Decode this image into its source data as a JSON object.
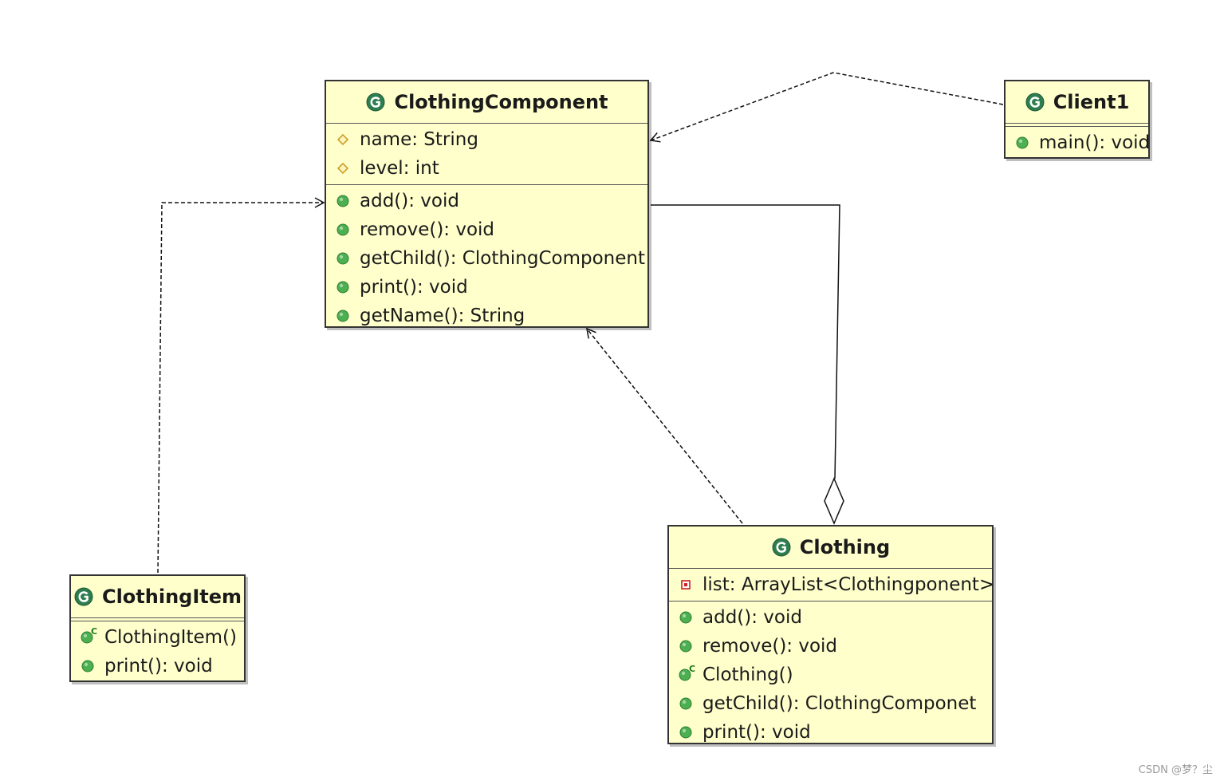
{
  "classes": {
    "clothing_component": {
      "name": "ClothingComponent",
      "fields": [
        "name: String",
        "level: int"
      ],
      "methods": [
        "add(): void",
        "remove(): void",
        "getChild(): ClothingComponent",
        "print(): void",
        "getName(): String"
      ]
    },
    "client1": {
      "name": "Client1",
      "methods": [
        "main(): void"
      ]
    },
    "clothing_item": {
      "name": "ClothingItem",
      "methods": [
        "ClothingItem()",
        "print(): void"
      ]
    },
    "clothing": {
      "name": "Clothing",
      "fields": [
        "list: ArrayList<Clothingponent>"
      ],
      "methods": [
        "add(): void",
        "remove(): void",
        "Clothing()",
        "getChild(): ClothingComponet",
        "print(): void"
      ]
    }
  },
  "watermark": "CSDN @梦？尘",
  "colors": {
    "class_fill": "#ffffcc",
    "class_icon": "#2e7d4f",
    "public_method": "#4caf50",
    "protected_field": "#c9a227",
    "private_field": "#cc2222"
  }
}
